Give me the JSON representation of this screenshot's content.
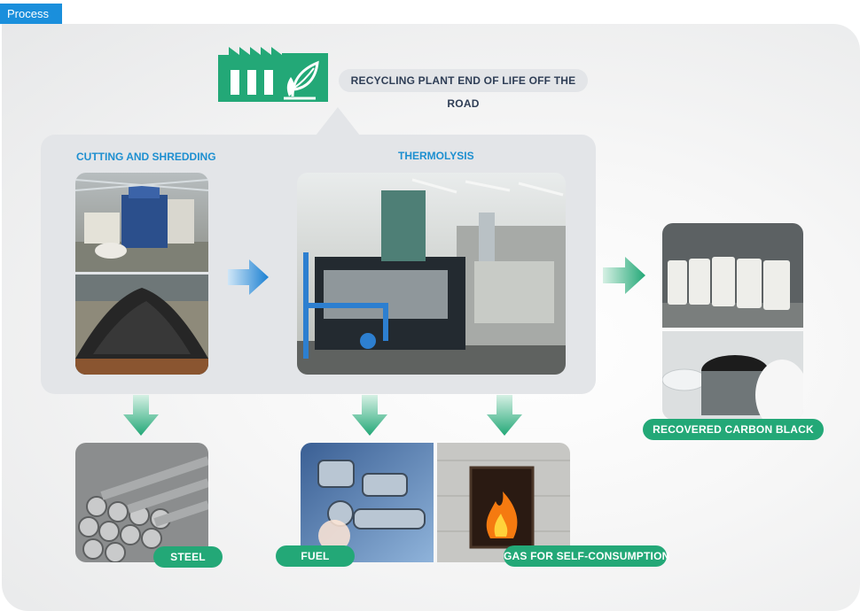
{
  "tab": {
    "label": "Process"
  },
  "header": {
    "title": "RECYCLING PLANT END OF LIFE OFF THE ROAD"
  },
  "stages": {
    "cutting": "CUTTING AND SHREDDING",
    "thermolysis": "THERMOLYSIS"
  },
  "outputs": {
    "steel": "STEEL",
    "fuel": "FUEL",
    "gas": "GAS FOR SELF-CONSUMPTION",
    "carbon_black": "RECOVERED CARBON BLACK"
  },
  "colors": {
    "tab_blue": "#1a8fdc",
    "stage_title_blue": "#1d8fd0",
    "output_green": "#23a877",
    "process_arrow_blue": "#1b80d2",
    "output_arrow_green": "#23a877"
  },
  "icons": {
    "plant": "recycling-plant-leaf-icon",
    "arrow_right": "arrow-right-icon",
    "arrow_down": "arrow-down-icon"
  }
}
